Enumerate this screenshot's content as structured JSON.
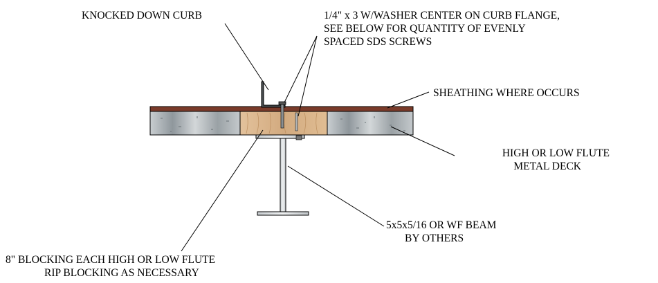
{
  "labels": {
    "curb": "KNOCKED DOWN CURB",
    "screw_line1": "1/4\" x 3 W/WASHER CENTER ON CURB FLANGE,",
    "screw_line2": "SEE BELOW FOR QUANTITY OF EVENLY",
    "screw_line3": "SPACED SDS SCREWS",
    "sheathing": "SHEATHING WHERE OCCURS",
    "deck_line1": "HIGH OR LOW FLUTE",
    "deck_line2": "METAL DECK",
    "beam_line1": "5x5x5/16 OR WF BEAM",
    "beam_line2": "BY OTHERS",
    "blocking_line1": "8\" BLOCKING EACH HIGH OR LOW FLUTE",
    "blocking_line2": "RIP BLOCKING AS NECESSARY"
  },
  "colors": {
    "sheathing": "#7a3b2a",
    "deck": "#a9b0b4",
    "blocking": "#d9b58c",
    "steel": "#d8dcdd",
    "line": "#000000"
  }
}
